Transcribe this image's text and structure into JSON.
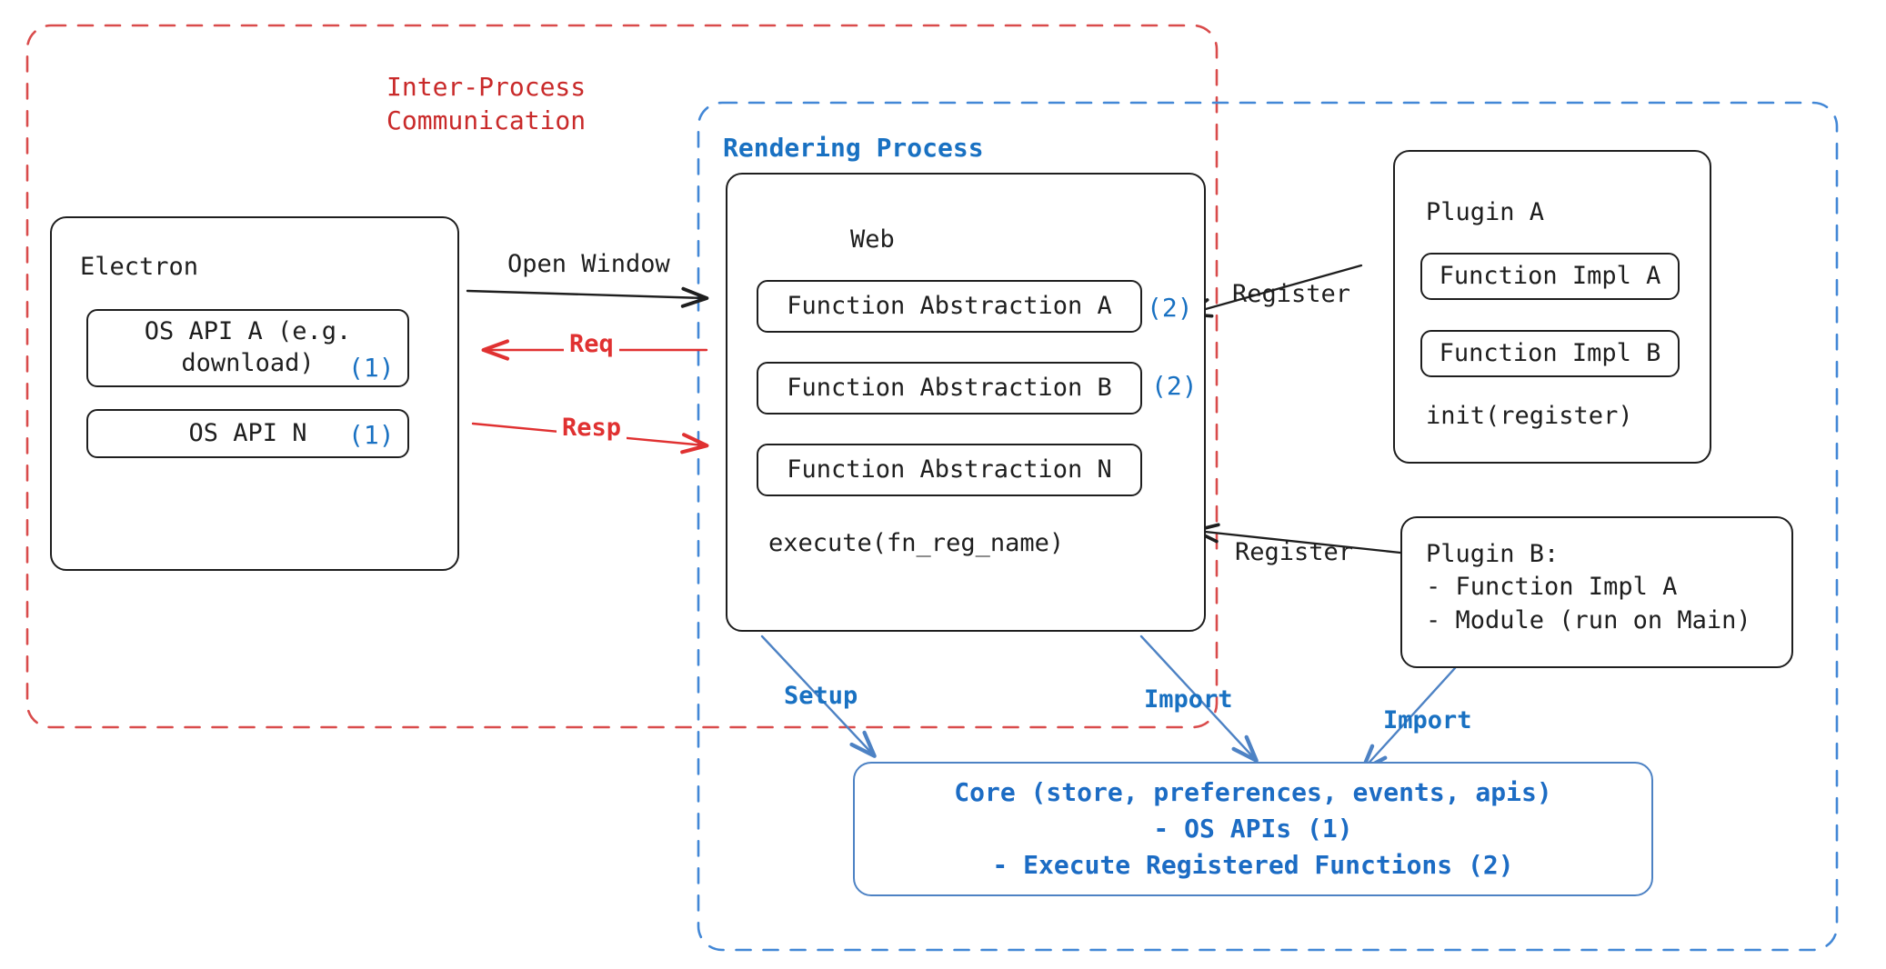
{
  "groups": {
    "ipc": {
      "label": "Inter-Process\nCommunication",
      "color": "#c92a2a"
    },
    "renderer": {
      "label": "Rendering Process",
      "color": "#1971c2"
    }
  },
  "electron": {
    "title": "Electron",
    "apis": [
      {
        "label": "OS API A (e.g.\ndownload)",
        "marker": "(1)"
      },
      {
        "label": "OS API N",
        "marker": "(1)"
      }
    ]
  },
  "web": {
    "title": "Web",
    "abstractions": [
      {
        "label": "Function Abstraction A",
        "marker": "(2)"
      },
      {
        "label": "Function Abstraction B",
        "marker": "(2)"
      },
      {
        "label": "Function Abstraction N",
        "marker": ""
      }
    ],
    "method": "execute(fn_reg_name)"
  },
  "plugin_a": {
    "title": "Plugin A",
    "items": [
      "Function Impl A",
      "Function Impl B"
    ],
    "method": "init(register)"
  },
  "plugin_b": {
    "text": "Plugin B:\n- Function Impl A\n- Module (run on Main)"
  },
  "core": {
    "lines": [
      "Core (store, preferences, events, apis)",
      "- OS APIs (1)",
      "- Execute Registered Functions (2)"
    ]
  },
  "edges": {
    "open_window": "Open Window",
    "req": "Req",
    "resp": "Resp",
    "register_a": "Register",
    "register_b": "Register",
    "setup": "Setup",
    "import_web": "Import",
    "import_plugin_b": "Import"
  },
  "colors": {
    "ipc_red": "#c92a2a",
    "arrow_red": "#e03131",
    "renderer_blue": "#1971c2",
    "core_blue": "#1c6cc4",
    "ink": "#1e1e1e"
  }
}
